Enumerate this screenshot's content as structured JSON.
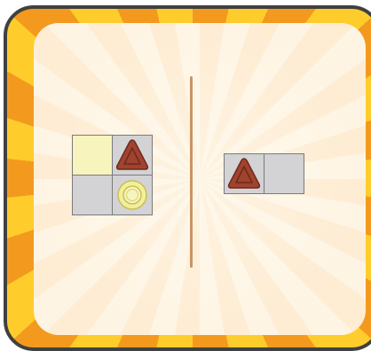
{
  "colors": {
    "frame_border": "#404040",
    "sunburst_orange": "#f39a1e",
    "sunburst_yellow": "#fecd2c",
    "panel_light": "#fef6e8",
    "divider": "#c99463",
    "cell_gray": "#d3d3d6",
    "cell_yellow": "#f7f4bd",
    "triangle_fill": "#a0432f",
    "triangle_outline": "#6e2a1c",
    "circle_fill": "#f2ef9c",
    "circle_outline": "#c9bf54"
  },
  "left_board": {
    "rows": 2,
    "cols": 2,
    "cells": [
      {
        "color": "yellow",
        "piece": "none"
      },
      {
        "color": "gray",
        "piece": "triangle-icon"
      },
      {
        "color": "gray",
        "piece": "none"
      },
      {
        "color": "gray",
        "piece": "circle-icon"
      }
    ]
  },
  "right_board": {
    "rows": 1,
    "cols": 2,
    "cells": [
      {
        "color": "gray",
        "piece": "triangle-icon"
      },
      {
        "color": "gray",
        "piece": "none"
      }
    ]
  }
}
